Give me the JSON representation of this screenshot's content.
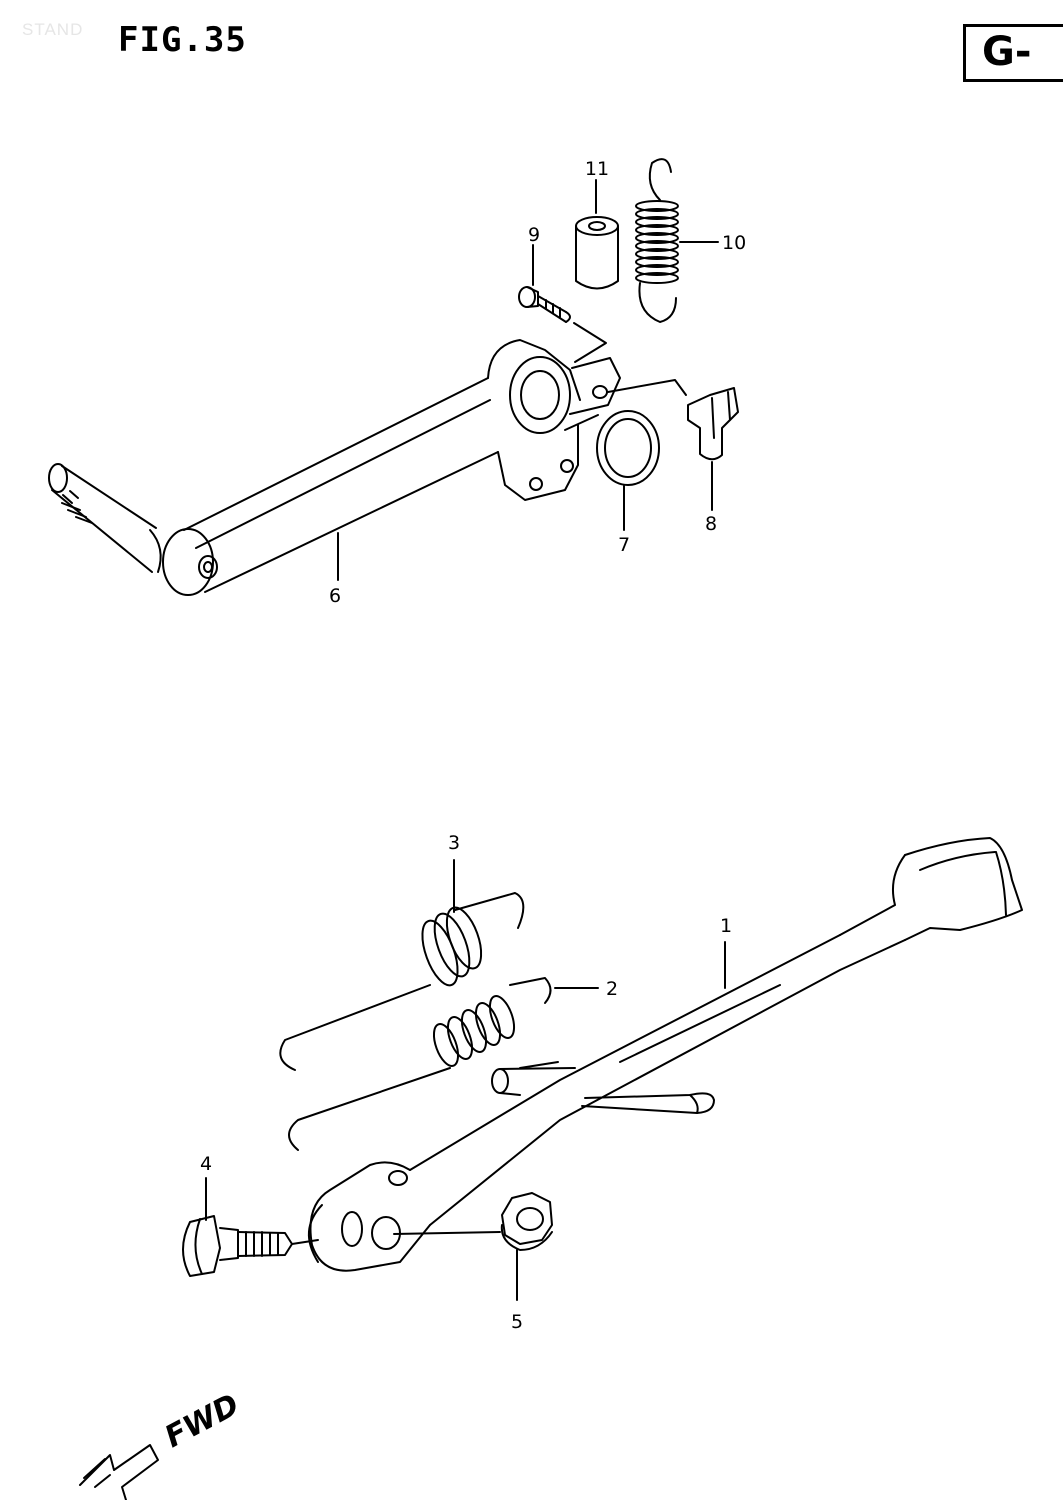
{
  "header": {
    "watermark": "STAND",
    "figure_title": "FIG.35",
    "section_code": "G-"
  },
  "callouts": [
    {
      "id": "1",
      "label": "1"
    },
    {
      "id": "2",
      "label": "2"
    },
    {
      "id": "3",
      "label": "3"
    },
    {
      "id": "4",
      "label": "4"
    },
    {
      "id": "5",
      "label": "5"
    },
    {
      "id": "6",
      "label": "6"
    },
    {
      "id": "7",
      "label": "7"
    },
    {
      "id": "8",
      "label": "8"
    },
    {
      "id": "9",
      "label": "9"
    },
    {
      "id": "10",
      "label": "10"
    },
    {
      "id": "11",
      "label": "11"
    }
  ],
  "direction_indicator": {
    "label": "FWD",
    "icon": "forward-arrow-icon"
  },
  "colors": {
    "line": "#000000",
    "background": "#ffffff"
  }
}
